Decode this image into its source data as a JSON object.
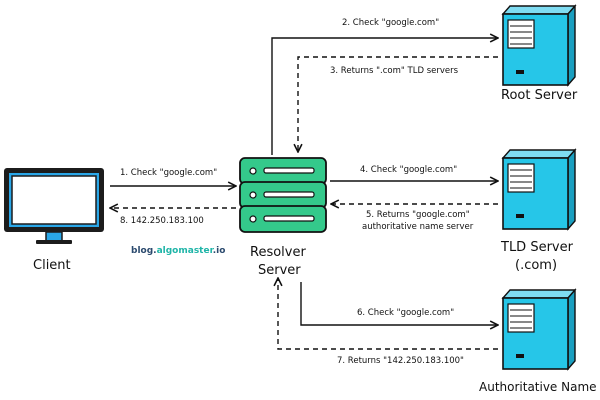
{
  "nodes": {
    "client": "Client",
    "resolver_line1": "Resolver",
    "resolver_line2": "Server",
    "root": "Root Server",
    "tld_line1": "TLD Server",
    "tld_line2": "(.com)",
    "authoritative": "Authoritative Name"
  },
  "steps": {
    "s1": "1. Check \"google.com\"",
    "s2": "2. Check \"google.com\"",
    "s3": "3. Returns \".com\"  TLD servers",
    "s4": "4. Check \"google.com\"",
    "s5_line1": "5. Returns \"google.com\"",
    "s5_line2": "authoritative name server",
    "s6": "6. Check \"google.com\"",
    "s7": "7. Returns \"142.250.183.100\"",
    "s8": "8. 142.250.183.100"
  },
  "watermark": {
    "part1": "blog.",
    "part2": "algomaster",
    "part3": ".io"
  },
  "colors": {
    "server": "#26c6e8",
    "resolver": "#34c98b",
    "monitor": "#29b6f6",
    "watermark_dark": "#2b4a6e",
    "watermark_accent": "#1fb5a8"
  }
}
